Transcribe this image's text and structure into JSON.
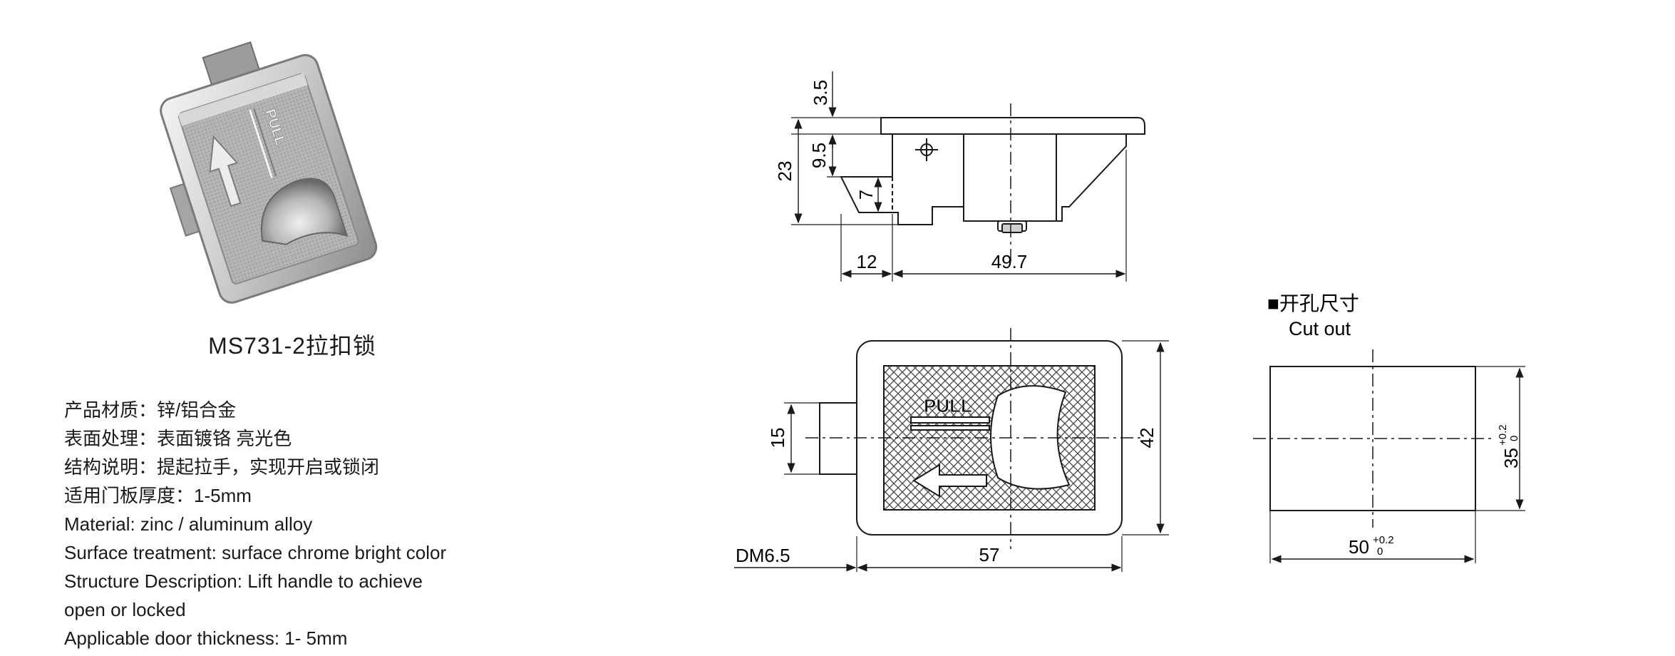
{
  "product": {
    "model_title": "MS731-2拉扣锁",
    "photo_pull_text": "PULL"
  },
  "specs": [
    "产品材质：锌/铝合金",
    "表面处理：表面镀铬 亮光色",
    "结构说明：提起拉手，实现开启或锁闭",
    "适用门板厚度：1-5mm",
    "Material: zinc / aluminum alloy",
    "Surface treatment: surface chrome bright color",
    "Structure Description: Lift handle to achieve",
    "open or locked",
    "Applicable door thickness: 1- 5mm"
  ],
  "side_view": {
    "dim_top": "3.5",
    "dim_23": "23",
    "dim_9_5": "9.5",
    "dim_7": "7",
    "dim_12": "12",
    "dim_49_7": "49.7"
  },
  "front_view": {
    "dim_15": "15",
    "dim_42": "42",
    "dim_57": "57",
    "dim_dm": "DM6.5",
    "pull_label": "PULL"
  },
  "cutout": {
    "title_cn": "■开孔尺寸",
    "title_en": "Cut out",
    "width_base": "50",
    "width_tol_upper": "+0.2",
    "width_tol_lower": "0",
    "height_base": "35",
    "height_tol_upper": "+0.2",
    "height_tol_lower": "0"
  },
  "colors": {
    "line": "#1a1a1a",
    "chrome_light": "#e8e8e8",
    "chrome_dark": "#8a8a8a",
    "hatch": "#444444"
  }
}
